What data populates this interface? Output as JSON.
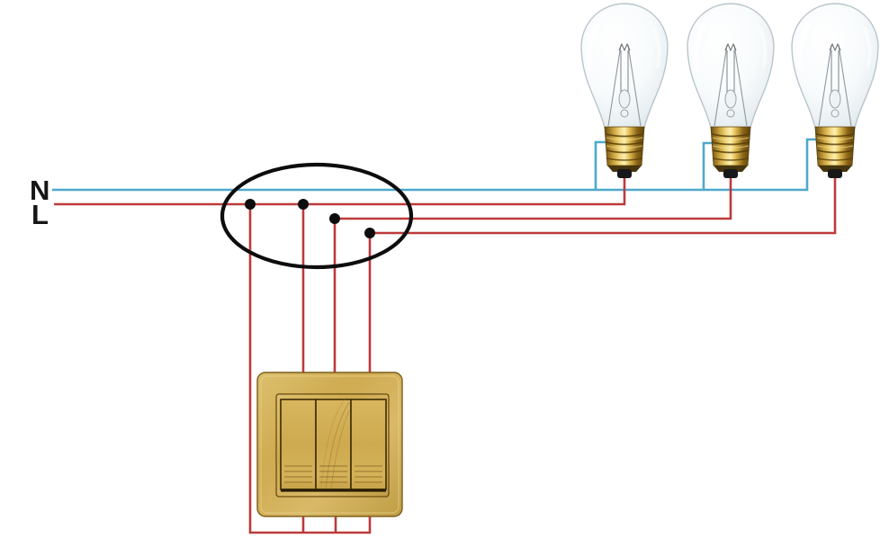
{
  "diagram": {
    "labels": {
      "neutral": "N",
      "live": "L"
    },
    "colors": {
      "neutral_wire": "#4fa8cc",
      "live_wire": "#bd3a3a",
      "junction_outline": "#0d0d0d",
      "switch_wood": "#cfab51",
      "bulb_brass": "#e3bf55"
    },
    "components": {
      "junction_box": "oval-junction-with-4-dots",
      "bulbs": [
        "bulb-1",
        "bulb-2",
        "bulb-3"
      ],
      "switch": {
        "type": "3-gang-rocker-switch",
        "rockers": [
          "rocker-1",
          "rocker-2",
          "rocker-3"
        ]
      }
    }
  }
}
